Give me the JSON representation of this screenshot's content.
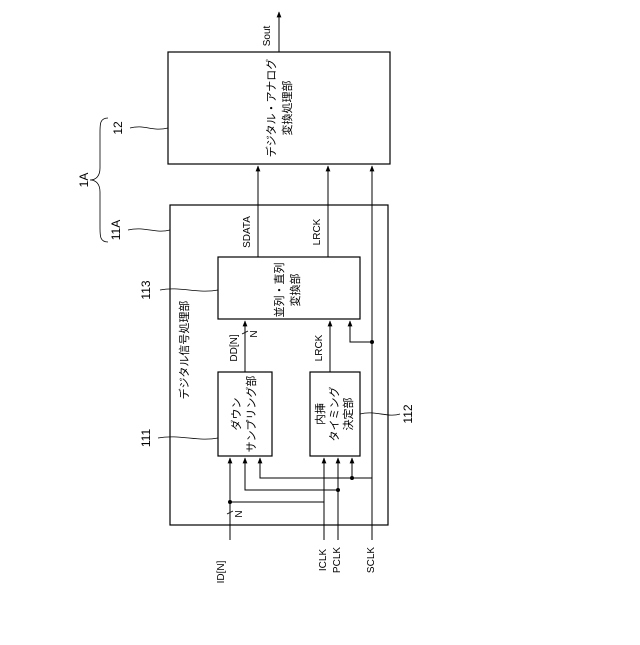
{
  "blocks": {
    "dac": {
      "ref": "12",
      "name_line1": "デジタル・アナログ",
      "name_line2": "変換処理部"
    },
    "dsp": {
      "ref": "11A",
      "name": "デジタル信号処理部"
    },
    "pts": {
      "ref": "113",
      "name_line1": "並列・直列",
      "name_line2": "変換部"
    },
    "down": {
      "ref": "111",
      "name_line1": "ダウン",
      "name_line2": "サンプリング部"
    },
    "timing": {
      "ref": "112",
      "name_line1": "内挿",
      "name_line2": "タイミング",
      "name_line3": "決定部"
    }
  },
  "system": {
    "ref": "1A"
  },
  "signals": {
    "sout": "Sout",
    "sdata": "SDATA",
    "lrck_out": "LRCK",
    "lrck_in": "LRCK",
    "dd": "DD[N]",
    "dd_width": "N",
    "id": "ID[N]",
    "id_width": "N",
    "iclk": "ICLK",
    "pclk": "PCLK",
    "sclk": "SCLK"
  }
}
